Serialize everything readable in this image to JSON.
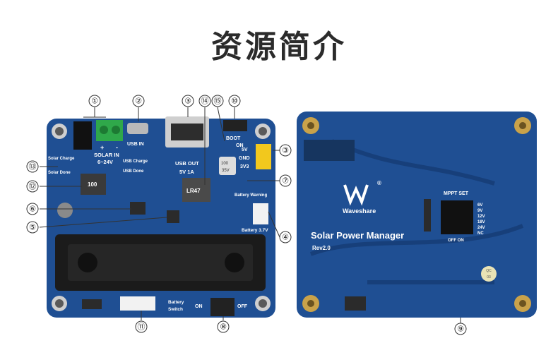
{
  "title": "资源简介",
  "front": {
    "labels": {
      "solar_in": "SOLAR IN",
      "solar_range": "6~24V",
      "plus": "+",
      "minus": "-",
      "usb_in": "USB IN",
      "usb_out": "USB OUT",
      "usb_out_spec": "5V 1A",
      "boot": "BOOT",
      "on": "ON",
      "v5": "5V",
      "gnd": "GND",
      "v3v3": "3V3",
      "usb_charge": "USB Charge",
      "usb_done": "USB Done",
      "solar_charge": "Solar Charge",
      "solar_done": "Solar Done",
      "battery_warning": "Battery Warning",
      "battery_37v": "Battery 3.7V",
      "battery_switch_1": "Battery",
      "battery_switch_2": "Switch",
      "sw_on": "ON",
      "sw_off": "OFF",
      "inductor": "100",
      "inductor2": "LR47",
      "cap_top": "100",
      "cap_bot": "35V"
    },
    "callouts": [
      "①",
      "②",
      "③",
      "⑭",
      "⑮",
      "⑩",
      "③",
      "⑦",
      "④",
      "⑬",
      "⑫",
      "⑥",
      "⑤",
      "⑪",
      "⑧"
    ]
  },
  "back": {
    "labels": {
      "brand": "Waveshare",
      "registered": "®",
      "product": "Solar Power Manager",
      "rev": "Rev2.0",
      "mppt_set": "MPPT SET",
      "mppt_values": [
        "6V",
        "9V",
        "12V",
        "18V",
        "24V",
        "NC"
      ],
      "off_on": "OFF ON",
      "qc1": "QC",
      "qc2": "03"
    },
    "callouts": [
      "⑨"
    ]
  },
  "colors": {
    "pcb": "#1f4f93",
    "pcb_dark": "#173f7a",
    "title": "#2b2b2b",
    "terminal": "#2fa84a",
    "jumper": "#f2c81d"
  }
}
